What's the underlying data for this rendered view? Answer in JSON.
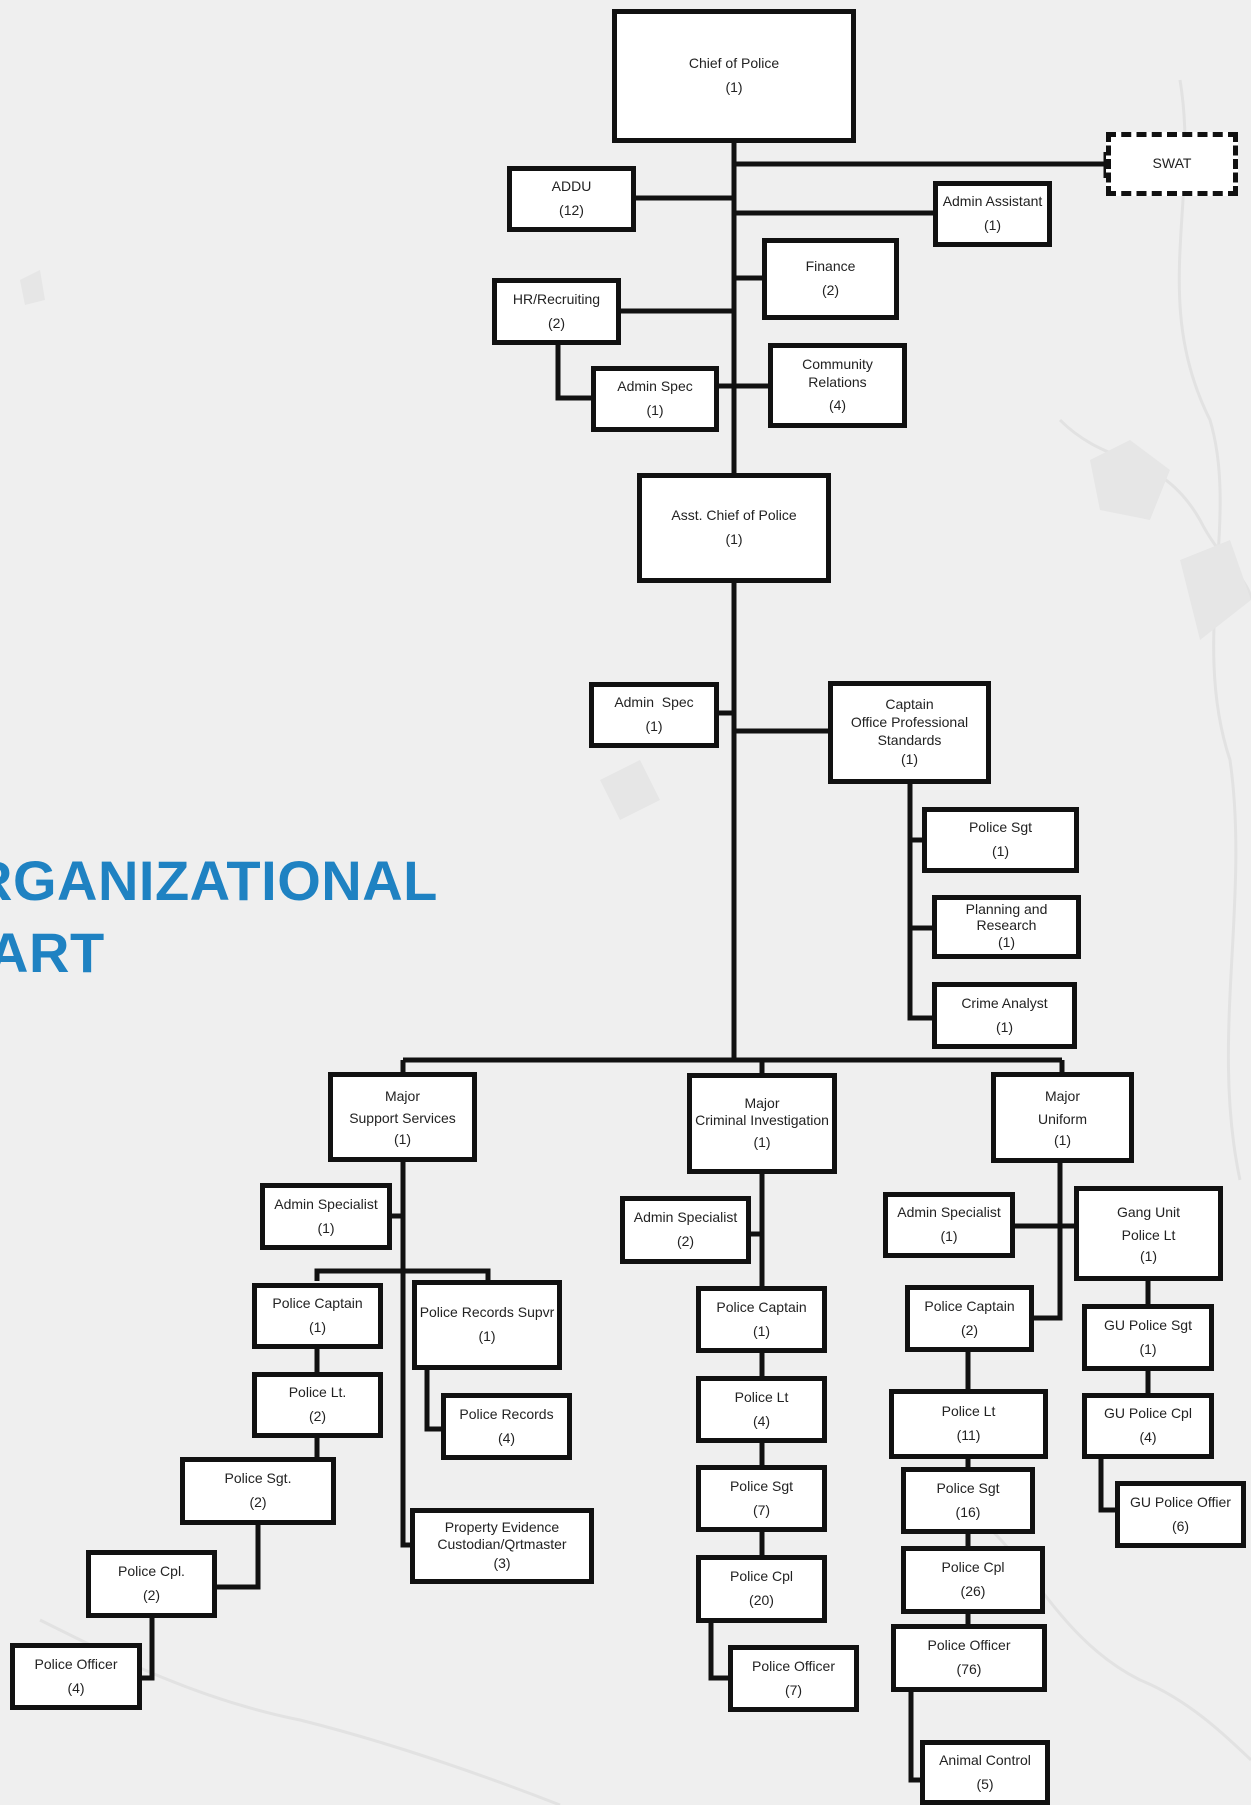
{
  "heading": {
    "line1": "RGANIZATIONAL",
    "line2": "IART"
  },
  "nodes": {
    "chief": {
      "title": "Chief of Police",
      "count": "(1)"
    },
    "swat": {
      "title": "SWAT"
    },
    "addu": {
      "title": "ADDU",
      "count": "(12)"
    },
    "admin_assistant": {
      "title": "Admin Assistant",
      "count": "(1)"
    },
    "finance": {
      "title": "Finance",
      "count": "(2)"
    },
    "hr": {
      "title": "HR/Recruiting",
      "count": "(2)"
    },
    "admin_spec_hr": {
      "title": "Admin Spec",
      "count": "(1)"
    },
    "community": {
      "title": "Community\nRelations",
      "count": "(4)"
    },
    "asst_chief": {
      "title": "Asst. Chief of Police",
      "count": "(1)"
    },
    "admin_spec_asst": {
      "title": "Admin  Spec",
      "count": "(1)"
    },
    "captain_ops": {
      "title": "Captain\nOffice Professional\nStandards",
      "count": "(1)"
    },
    "ops_sgt": {
      "title": "Police Sgt",
      "count": "(1)"
    },
    "planning": {
      "title": "Planning and\nResearch",
      "count": "(1)"
    },
    "crime_analyst": {
      "title": "Crime Analyst",
      "count": "(1)"
    },
    "major_support": {
      "title": "Major\nSupport Services",
      "count": "(1)"
    },
    "major_criminal": {
      "title": "Major\nCriminal Investigation",
      "count": "(1)"
    },
    "major_uniform": {
      "title": "Major\nUniform",
      "count": "(1)"
    },
    "ss_admin": {
      "title": "Admin Specialist",
      "count": "(1)"
    },
    "ss_captain": {
      "title": "Police Captain",
      "count": "(1)"
    },
    "ss_records_supvr": {
      "title": "Police Records Supvr",
      "count": "(1)"
    },
    "ss_lt": {
      "title": "Police Lt.",
      "count": "(2)"
    },
    "ss_records": {
      "title": "Police Records",
      "count": "(4)"
    },
    "ss_sgt": {
      "title": "Police Sgt.",
      "count": "(2)"
    },
    "ss_property": {
      "title": "Property Evidence\nCustodian/Qrtmaster",
      "count": "(3)"
    },
    "ss_cpl": {
      "title": "Police Cpl.",
      "count": "(2)"
    },
    "ss_officer": {
      "title": "Police Officer",
      "count": "(4)"
    },
    "ci_admin": {
      "title": "Admin Specialist",
      "count": "(2)"
    },
    "ci_captain": {
      "title": "Police Captain",
      "count": "(1)"
    },
    "ci_lt": {
      "title": "Police Lt",
      "count": "(4)"
    },
    "ci_sgt": {
      "title": "Police Sgt",
      "count": "(7)"
    },
    "ci_cpl": {
      "title": "Police Cpl",
      "count": "(20)"
    },
    "ci_officer": {
      "title": "Police Officer",
      "count": "(7)"
    },
    "u_admin": {
      "title": "Admin Specialist",
      "count": "(1)"
    },
    "u_gang_lt": {
      "title": "Gang Unit\nPolice Lt",
      "count": "(1)"
    },
    "u_captain": {
      "title": "Police Captain",
      "count": "(2)"
    },
    "u_gu_sgt": {
      "title": "GU Police Sgt",
      "count": "(1)"
    },
    "u_lt": {
      "title": "Police Lt",
      "count": "(11)"
    },
    "u_gu_cpl": {
      "title": "GU Police Cpl",
      "count": "(4)"
    },
    "u_sgt": {
      "title": "Police Sgt",
      "count": "(16)"
    },
    "u_gu_officer": {
      "title": "GU Police Offier",
      "count": "(6)"
    },
    "u_cpl": {
      "title": "Police Cpl",
      "count": "(26)"
    },
    "u_officer": {
      "title": "Police Officer",
      "count": "(76)"
    },
    "u_animal": {
      "title": "Animal Control",
      "count": "(5)"
    }
  }
}
